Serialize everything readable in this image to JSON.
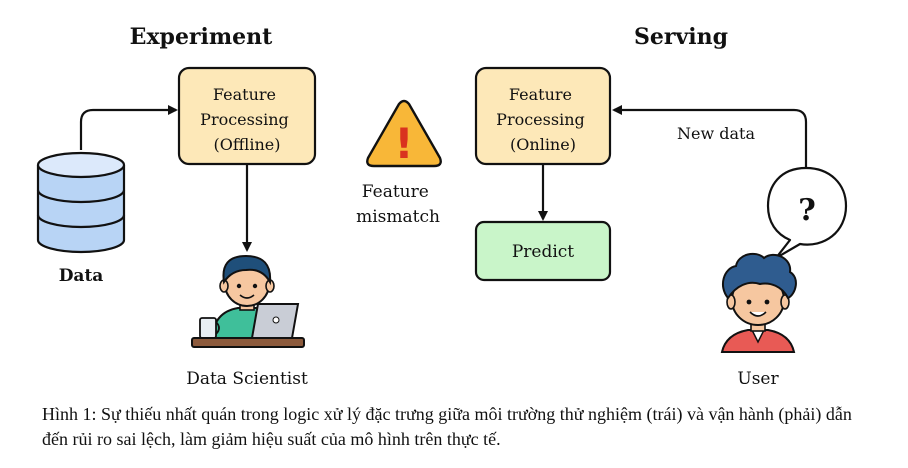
{
  "experiment": {
    "title": "Experiment",
    "box_lines": [
      "Feature",
      "Processing",
      "(Offline)"
    ],
    "data_label": "Data",
    "person_label": "Data Scientist"
  },
  "serving": {
    "title": "Serving",
    "box_lines": [
      "Feature",
      "Processing",
      "(Online)"
    ],
    "predict_label": "Predict",
    "new_data_label": "New data",
    "person_label": "User",
    "bubble_symbol": "?"
  },
  "middle": {
    "warning_symbol": "!",
    "label_lines": [
      "Feature",
      "mismatch"
    ]
  },
  "caption": "Hình 1: Sự thiếu nhất quán trong logic xử lý đặc trưng giữa môi trường thử nghiệm (trái) và vận hành (phải) dẫn đến rủi ro sai lệch, làm giảm hiệu suất của mô hình trên thực tế.",
  "colors": {
    "processing_fill": "#fde8b8",
    "predict_fill": "#c9f5c9",
    "warning_fill": "#f8b738",
    "database_fill": "#b8d4f5",
    "stroke": "#111111"
  }
}
